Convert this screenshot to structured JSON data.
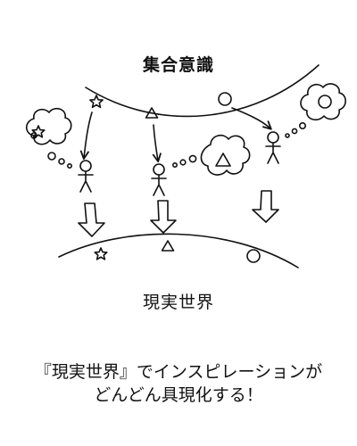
{
  "diagram": {
    "top_label": "集合意識",
    "bottom_label": "現実世界"
  },
  "caption": {
    "line1": "『現実世界』でインスピレーションが",
    "line2": "どんどん具現化する！"
  },
  "colors": {
    "ink": "#111111",
    "background": "#ffffff"
  }
}
